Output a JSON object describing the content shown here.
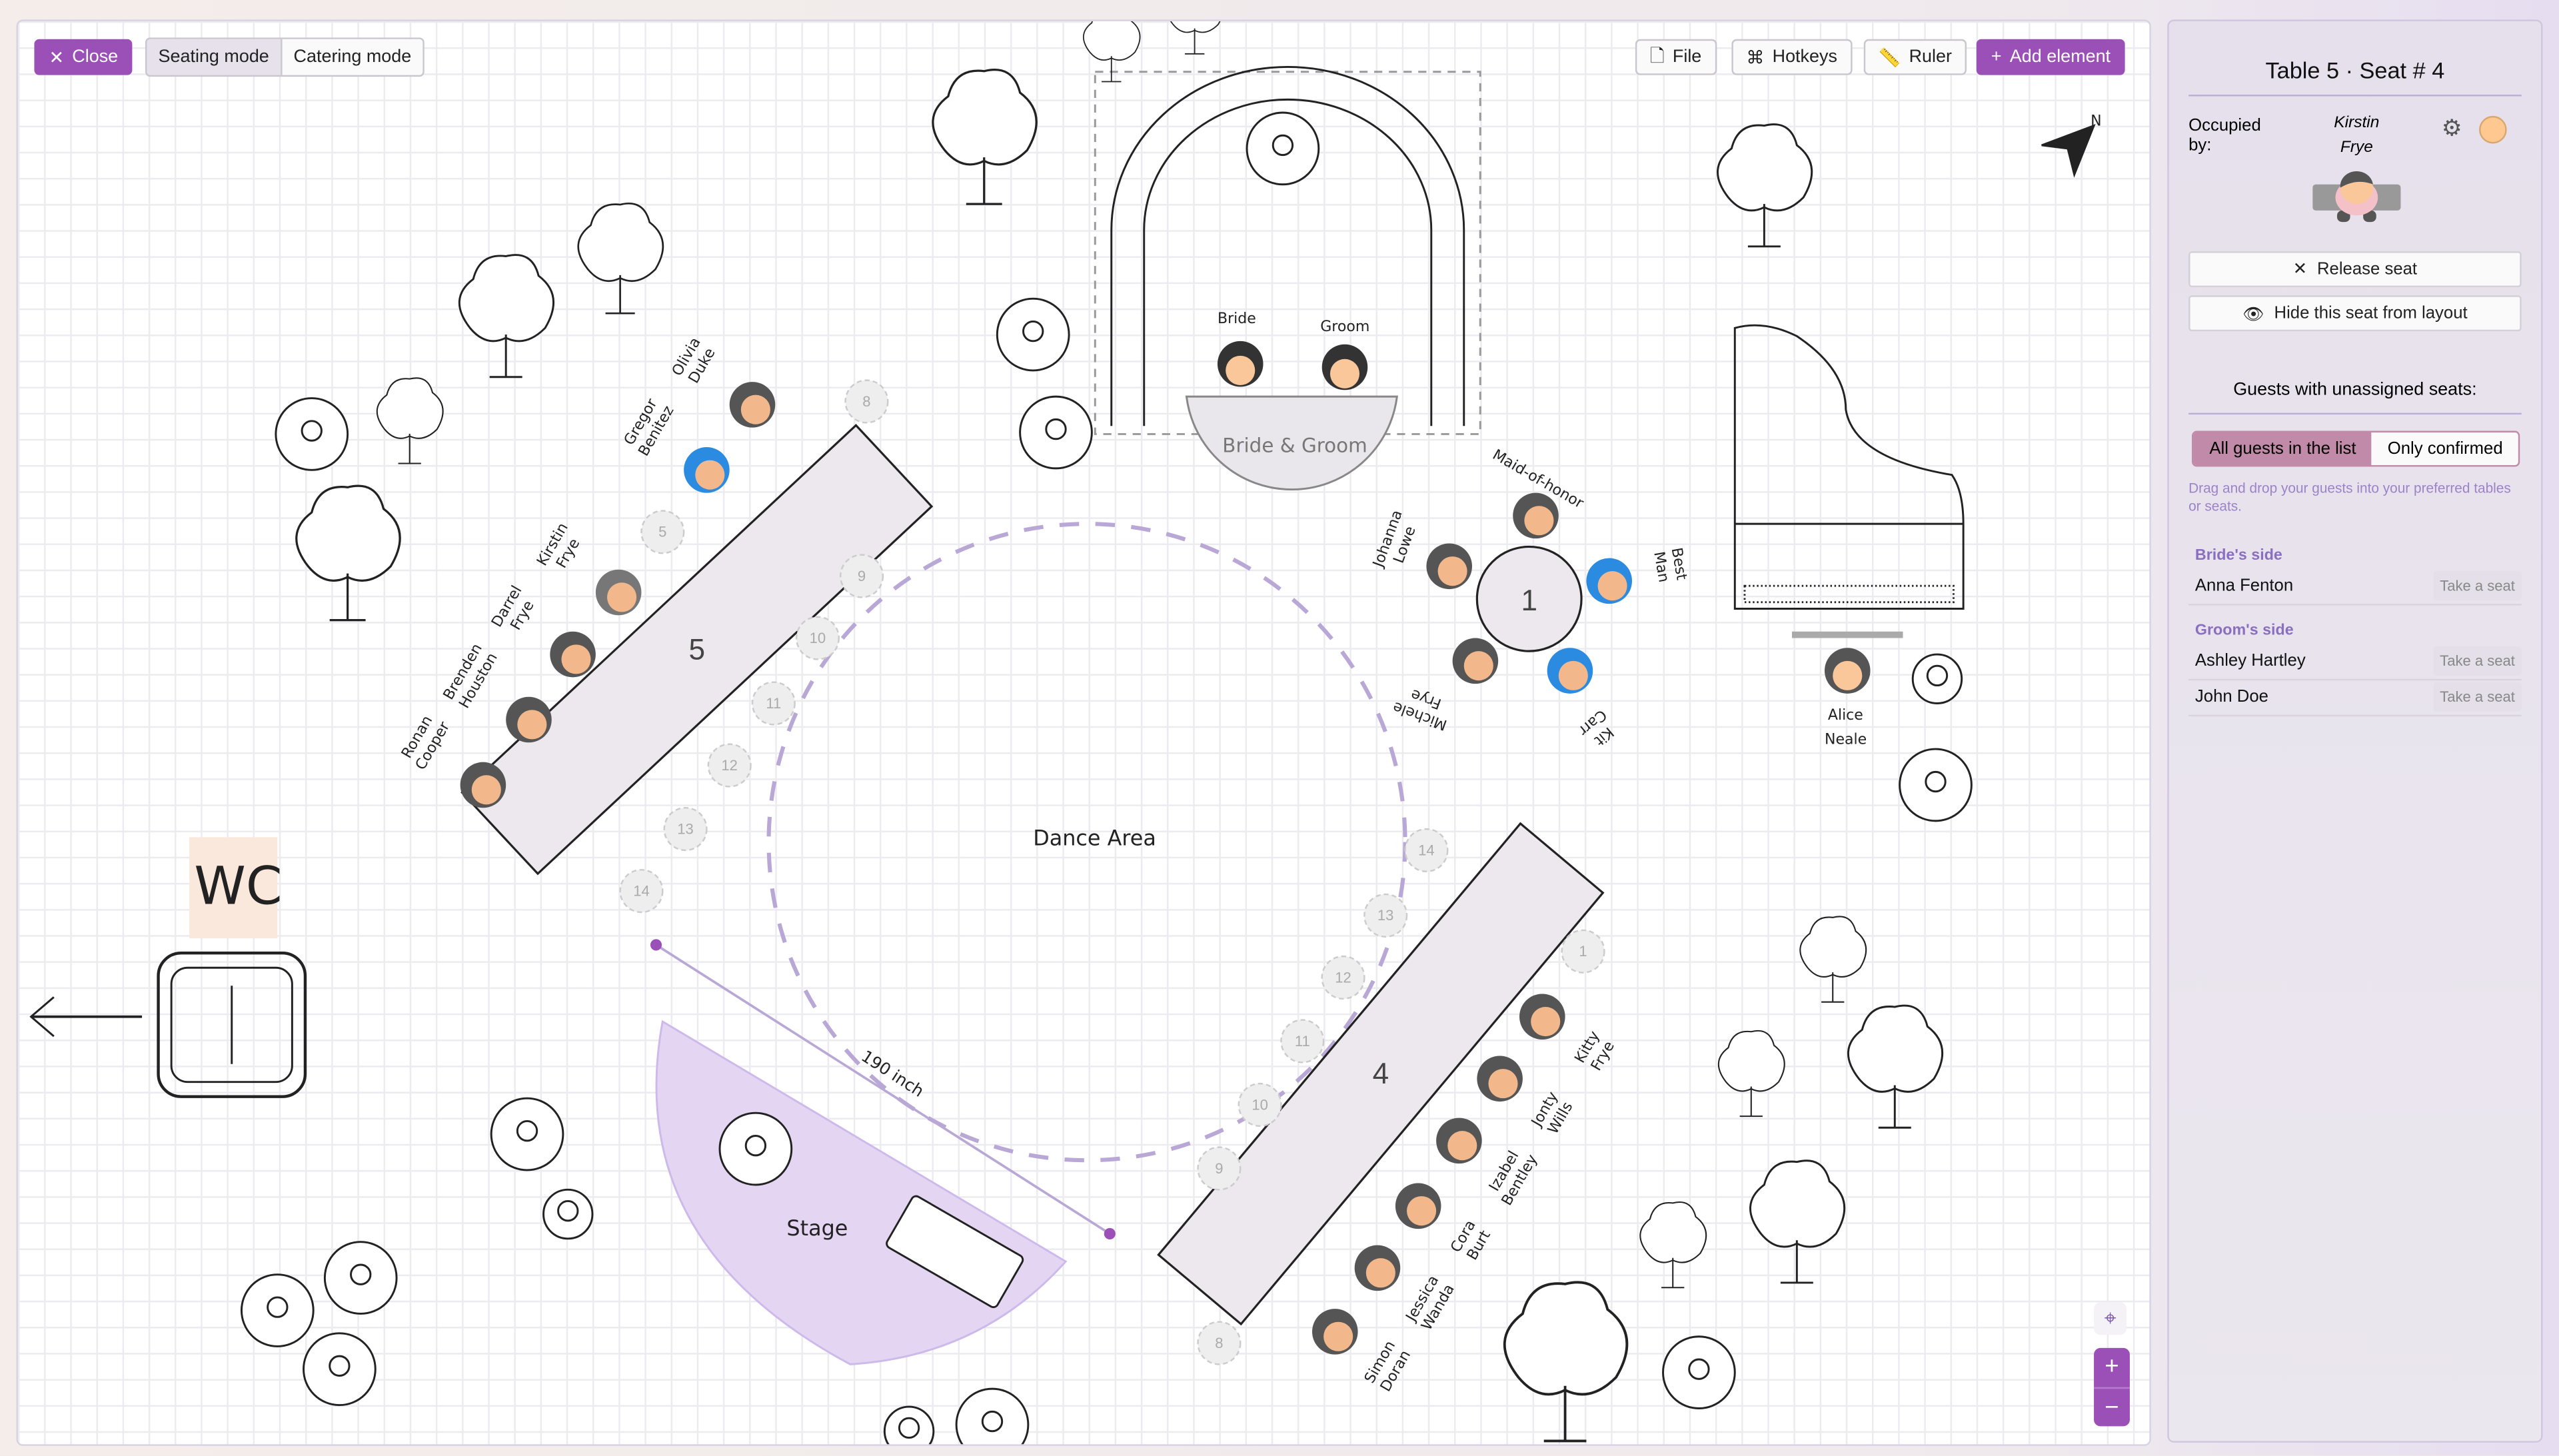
{
  "toolbar": {
    "close": "Close",
    "seating_mode": "Seating mode",
    "catering_mode": "Catering mode",
    "file": "File",
    "hotkeys": "Hotkeys",
    "ruler": "Ruler",
    "add_element": "Add element"
  },
  "canvas": {
    "wc": "WC",
    "dance_area": "Dance Area",
    "stage": "Stage",
    "ruler_measure": "190 inch",
    "bride_groom_table": "Bride & Groom",
    "bride": "Bride",
    "groom": "Groom",
    "compass": "N",
    "piano_guest": [
      "Alice",
      "Neale"
    ],
    "tables": [
      {
        "number": "5",
        "guests": [
          [
            "Olivia",
            "Duke"
          ],
          [
            "Gregor",
            "Benitez"
          ],
          [
            "Kirstin",
            "Frye"
          ],
          [
            "Darrel",
            "Frye"
          ],
          [
            "Brenden",
            "Houston"
          ],
          [
            "Ronan",
            "Cooper"
          ]
        ],
        "empty_seats": [
          "8",
          "5",
          "9",
          "10",
          "11",
          "12",
          "13",
          "14"
        ]
      },
      {
        "number": "4",
        "guests": [
          [
            "Kitty",
            "Frye"
          ],
          [
            "Jonty",
            "Wills"
          ],
          [
            "Izabel",
            "Bentley"
          ],
          [
            "Cora",
            "Burt"
          ],
          [
            "Jessica",
            "Wanda"
          ],
          [
            "Simon",
            "Doran"
          ]
        ],
        "empty_seats": [
          "14",
          "13",
          "1",
          "12",
          "11",
          "10",
          "9",
          "8"
        ]
      },
      {
        "number": "1",
        "guests": [
          [
            "Maid-of-honor",
            ""
          ],
          [
            "Johanna",
            "Lowe"
          ],
          [
            "Best",
            "Man"
          ],
          [
            "Michele",
            "Frye"
          ],
          [
            "Kit",
            "Carr"
          ]
        ]
      }
    ],
    "zoom_in": "+",
    "zoom_out": "−"
  },
  "panel": {
    "title": "Table 5 · Seat # 4",
    "occupied_by_label": "Occupied by:",
    "occupant": [
      "Kirstin",
      "Frye"
    ],
    "occupant_color": "#ffc890",
    "release_seat": "Release seat",
    "hide_seat": "Hide this seat from layout",
    "unassigned_heading": "Guests with unassigned seats:",
    "filter_all": "All guests in the list",
    "filter_confirmed": "Only confirmed",
    "hint": "Drag and drop your guests into your preferred tables or seats.",
    "groups": [
      {
        "label": "Bride's side",
        "guests": [
          {
            "name": "Anna Fenton",
            "action": "Take a seat"
          }
        ]
      },
      {
        "label": "Groom's side",
        "guests": [
          {
            "name": "Ashley Hartley",
            "action": "Take a seat"
          },
          {
            "name": "John Doe",
            "action": "Take a seat"
          }
        ]
      }
    ]
  },
  "colors": {
    "accent": "#9b50b8",
    "stage": "#e4d6f3",
    "segment_active": "#c08aa8"
  }
}
